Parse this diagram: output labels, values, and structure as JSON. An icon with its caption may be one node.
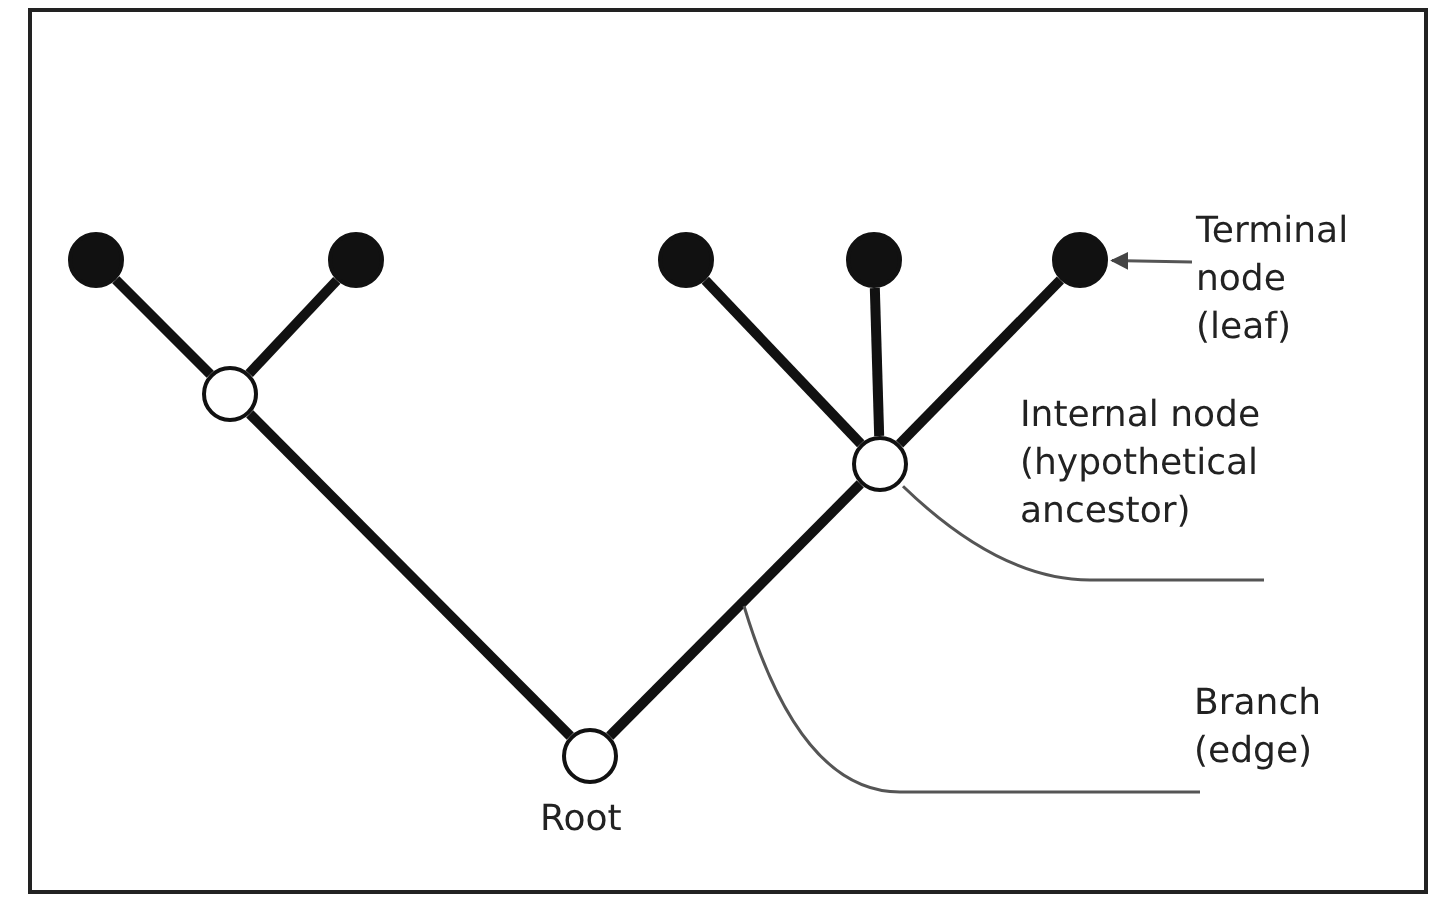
{
  "diagram": {
    "nodes": [
      {
        "text": [],
        "shape": "circle"
      },
      {
        "text": [],
        "shape": "circle"
      },
      {
        "text": [],
        "shape": "circle"
      },
      {
        "text": [],
        "shape": "circle"
      },
      {
        "text": [],
        "shape": "circle"
      },
      {
        "text": [],
        "shape": "circle"
      },
      {
        "text": [],
        "shape": "circle"
      },
      {
        "text": [],
        "shape": "circle",
        "beside": [
          "Root"
        ]
      },
      {
        "text": [
          "Terminal node (leaf)"
        ]
      },
      {
        "text": [
          "Internal node (hypothetical ancestor)"
        ]
      },
      {
        "text": [
          "Branch (edge)"
        ]
      }
    ],
    "edges": [
      {
        "from": 5,
        "to": 0,
        "arrow": "none"
      },
      {
        "from": 5,
        "to": 1,
        "arrow": "none"
      },
      {
        "from": 7,
        "to": 5,
        "arrow": "none"
      },
      {
        "from": 6,
        "to": 2,
        "arrow": "none"
      },
      {
        "from": 6,
        "to": 3,
        "arrow": "none"
      },
      {
        "from": 6,
        "to": 4,
        "arrow": "none"
      },
      {
        "from": 7,
        "to": 6,
        "arrow": "none"
      },
      {
        "from": 8,
        "to": 4,
        "arrow": "to"
      },
      {
        "from": 9,
        "to": 6,
        "arrow": "none"
      },
      {
        "from": 10,
        "to": null,
        "arrow": "none"
      }
    ]
  }
}
